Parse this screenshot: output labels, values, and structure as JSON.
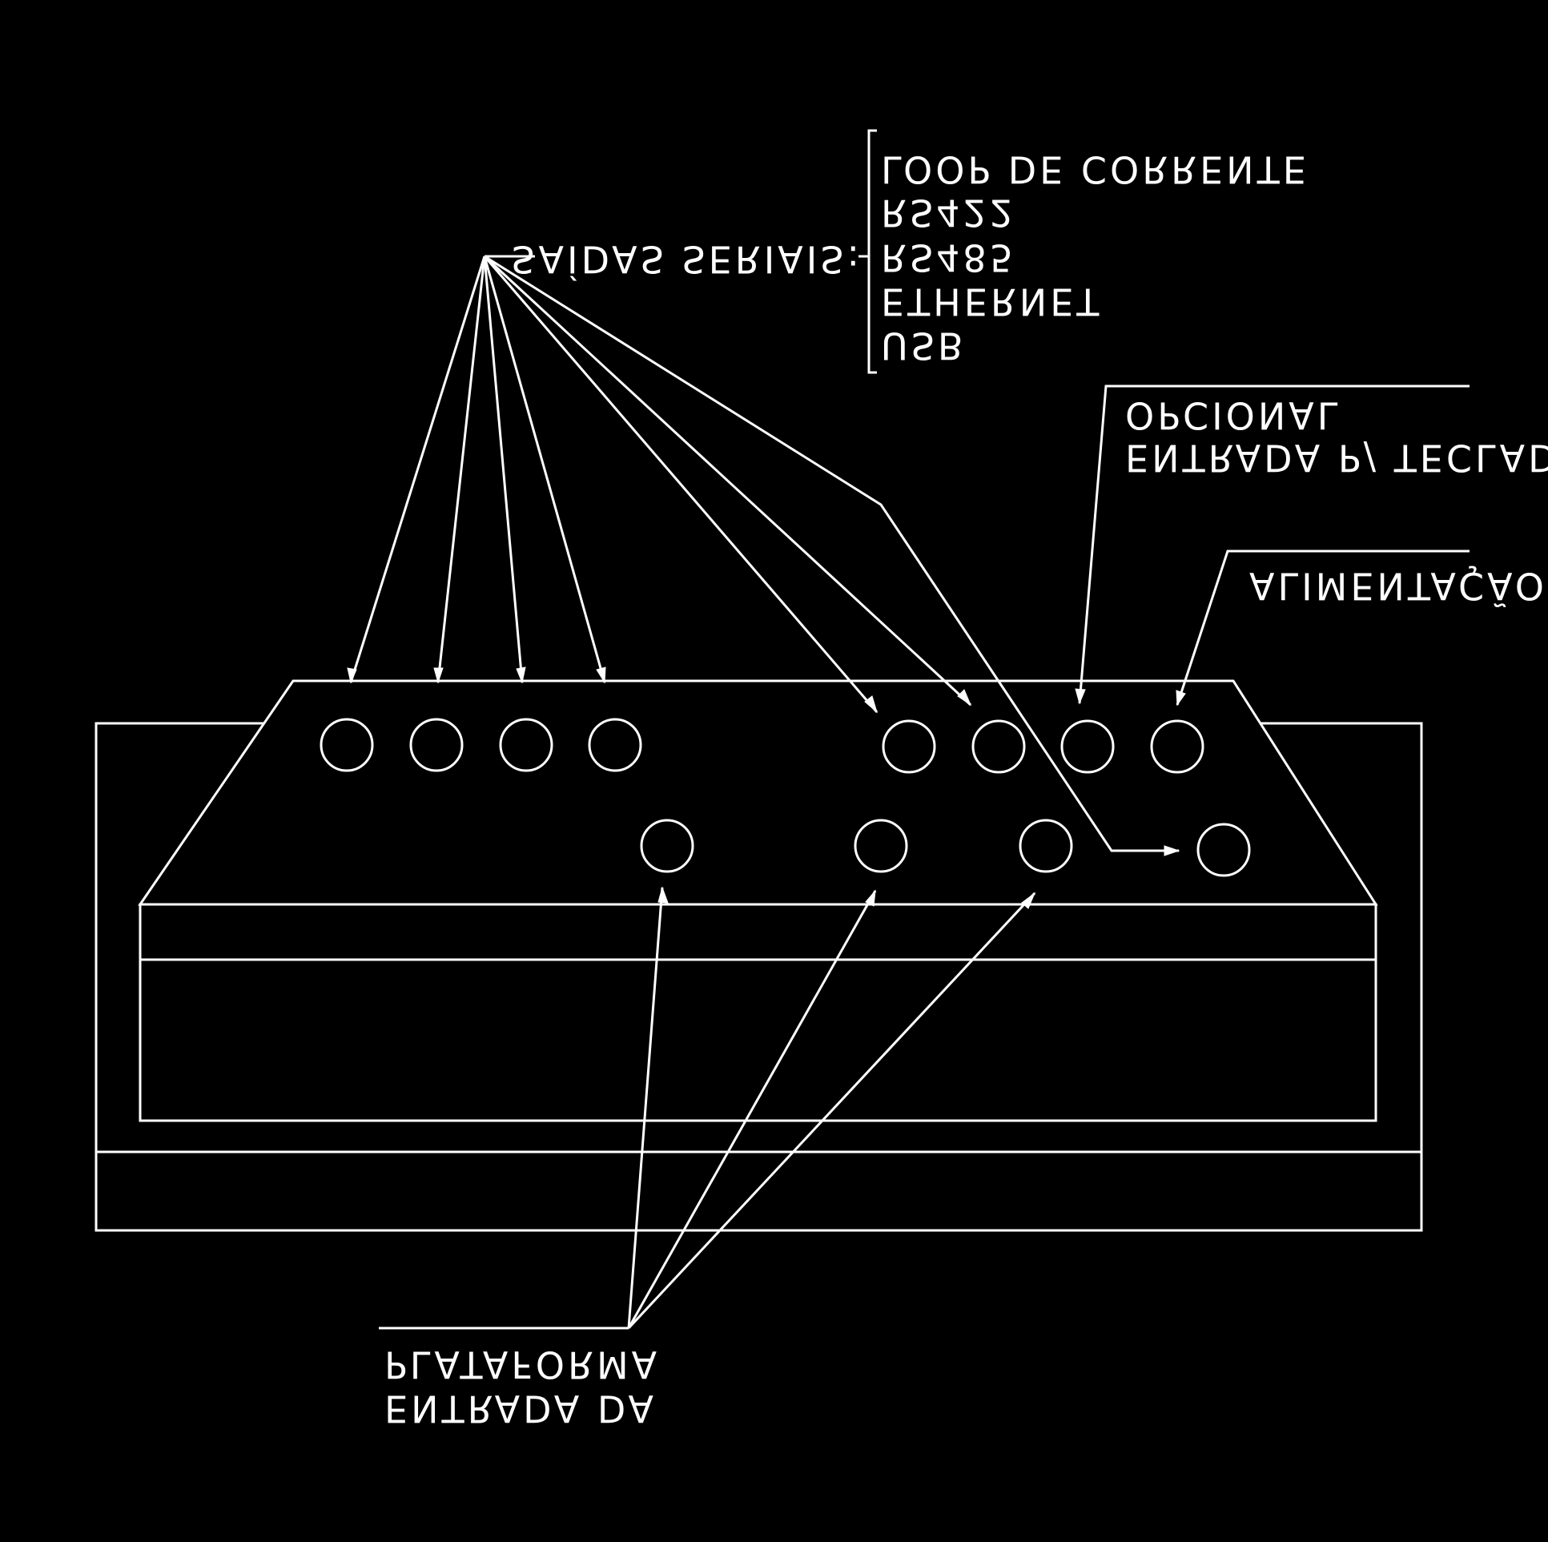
{
  "labels": {
    "serial_outputs": "SAÍDAS SERIAIS:",
    "serial_list": [
      "LOOP DE CORRENTE",
      "RS422",
      "RS485",
      "ETHERNET",
      "USB"
    ],
    "keyboard_line1": "OPCIONAL",
    "keyboard_line2": "ENTRADA P/ TECLADO",
    "power": "ALIMENTAÇÃO",
    "platform_line1": "PLATAFORMA",
    "platform_line2": "ENTRADA DA"
  }
}
